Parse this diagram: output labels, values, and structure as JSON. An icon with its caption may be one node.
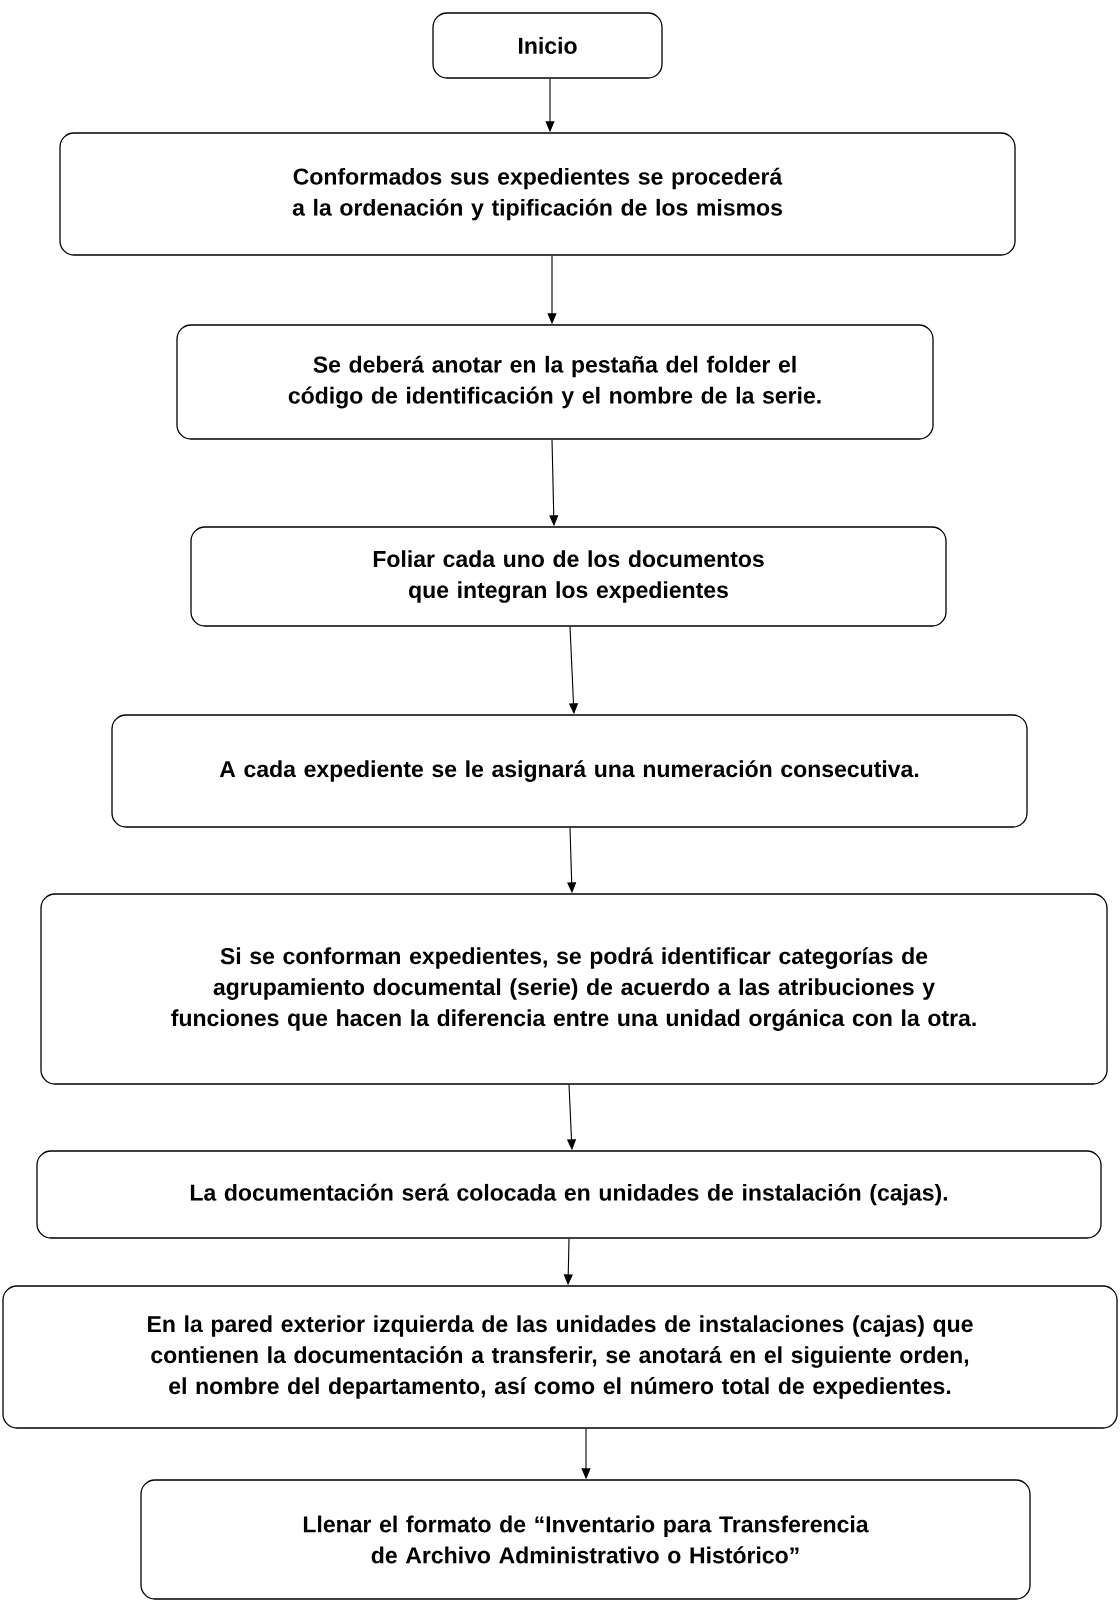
{
  "diagram": {
    "nodes": [
      {
        "text": [
          "Inicio"
        ]
      },
      {
        "text": [
          "Conformados sus expedientes se procederá a la ordenación y tipificación de los mismos"
        ]
      },
      {
        "text": [
          "Se deberá anotar en la pestaña del folder el código de identificación y el nombre de la serie."
        ]
      },
      {
        "text": [
          "Foliar cada uno de los documentos que integran los expedientes"
        ]
      },
      {
        "text": [
          "A cada expediente se le asignará una numeración consecutiva."
        ]
      },
      {
        "text": [
          "Si se conforman expedientes, se podrá identificar categorías de agrupamiento documental (serie) de acuerdo a las atribuciones y funciones que hacen la diferencia entre una unidad orgánica con la otra."
        ]
      },
      {
        "text": [
          "La documentación será colocada en unidades de instalación (cajas)."
        ]
      },
      {
        "text": [
          "En la pared exterior izquierda de las unidades de instalaciones (cajas) que contienen la documentación a transferir, se anotará en el siguiente orden, el nombre del departamento, así como el número total de expedientes."
        ]
      },
      {
        "text": [
          "Llenar el formato de “Inventario para Transferencia de Archivo Administrativo o Histórico”"
        ]
      }
    ],
    "edges": [
      {
        "from": 0,
        "to": 1,
        "arrow": "to"
      },
      {
        "from": 1,
        "to": 2,
        "arrow": "to"
      },
      {
        "from": 2,
        "to": 3,
        "arrow": "to"
      },
      {
        "from": 3,
        "to": 4,
        "arrow": "to"
      },
      {
        "from": 4,
        "to": 5,
        "arrow": "to"
      },
      {
        "from": 5,
        "to": 6,
        "arrow": "to"
      },
      {
        "from": 6,
        "to": 7,
        "arrow": "to"
      },
      {
        "from": 7,
        "to": 8,
        "arrow": "to"
      }
    ]
  }
}
